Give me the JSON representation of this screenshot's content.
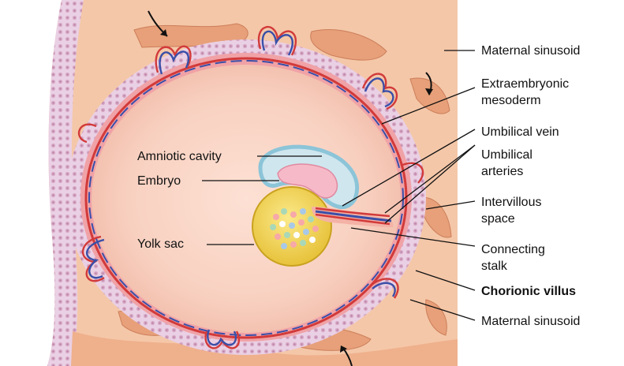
{
  "labels": {
    "maternal_sinusoid_top": "Maternal sinusoid",
    "extraembryonic_mesoderm_1": "Extraembryonic",
    "extraembryonic_mesoderm_2": "mesoderm",
    "umbilical_vein": "Umbilical vein",
    "umbilical_arteries_1": "Umbilical",
    "umbilical_arteries_2": "arteries",
    "intervillous_space_1": "Intervillous",
    "intervillous_space_2": "space",
    "connecting_stalk_1": "Connecting",
    "connecting_stalk_2": "stalk",
    "chorionic_villus": "Chorionic villus",
    "maternal_sinusoid_bottom": "Maternal sinusoid",
    "amniotic_cavity": "Amniotic cavity",
    "embryo": "Embryo",
    "yolk_sac": "Yolk sac"
  },
  "colors": {
    "background_tissue": "#f4c7a8",
    "decidua": "#f0b898",
    "chorionic_cavity": "#f8d3c4",
    "endometrium_pattern": "#e3a9b6",
    "maternal_vessel": "#e8a074",
    "umbilical_vein": "#3a4fa8",
    "umbilical_artery": "#d23a3a",
    "amnion": "#8cc4d8",
    "yolk_sac": "#f1d24a",
    "leader_line": "#111111"
  }
}
